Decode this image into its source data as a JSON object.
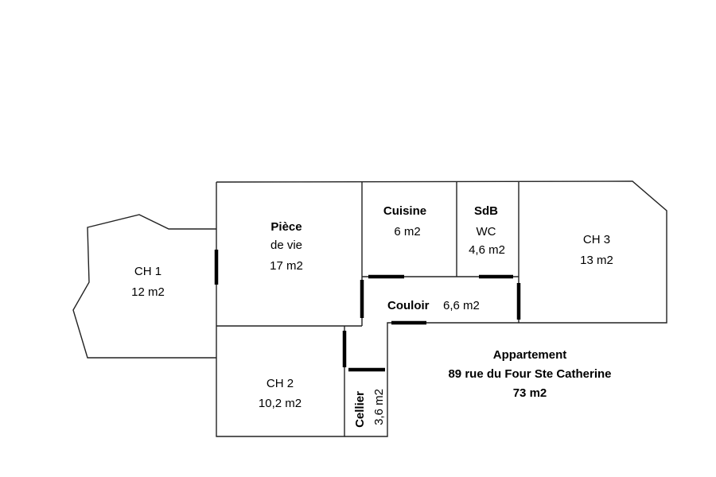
{
  "rooms": {
    "ch1": {
      "name": "CH 1",
      "area": "12 m2"
    },
    "piece": {
      "name_line1": "Pièce",
      "name_line2": "de vie",
      "area": "17 m2"
    },
    "cuisine": {
      "name": "Cuisine",
      "area": "6 m2"
    },
    "sdb": {
      "name_line1": "SdB",
      "name_line2": "WC",
      "area": "4,6 m2"
    },
    "ch3": {
      "name": "CH 3",
      "area": "13 m2"
    },
    "couloir": {
      "name": "Couloir",
      "area": "6,6 m2"
    },
    "ch2": {
      "name": "CH 2",
      "area": "10,2 m2"
    },
    "cellier": {
      "name": "Cellier",
      "area": "3,6 m2"
    }
  },
  "caption": {
    "title": "Appartement",
    "address": "89 rue du Four Ste Catherine",
    "total_area": "73 m2"
  },
  "colors": {
    "wall": "#222222",
    "door": "#000000",
    "text": "#000000",
    "background": "#ffffff"
  }
}
